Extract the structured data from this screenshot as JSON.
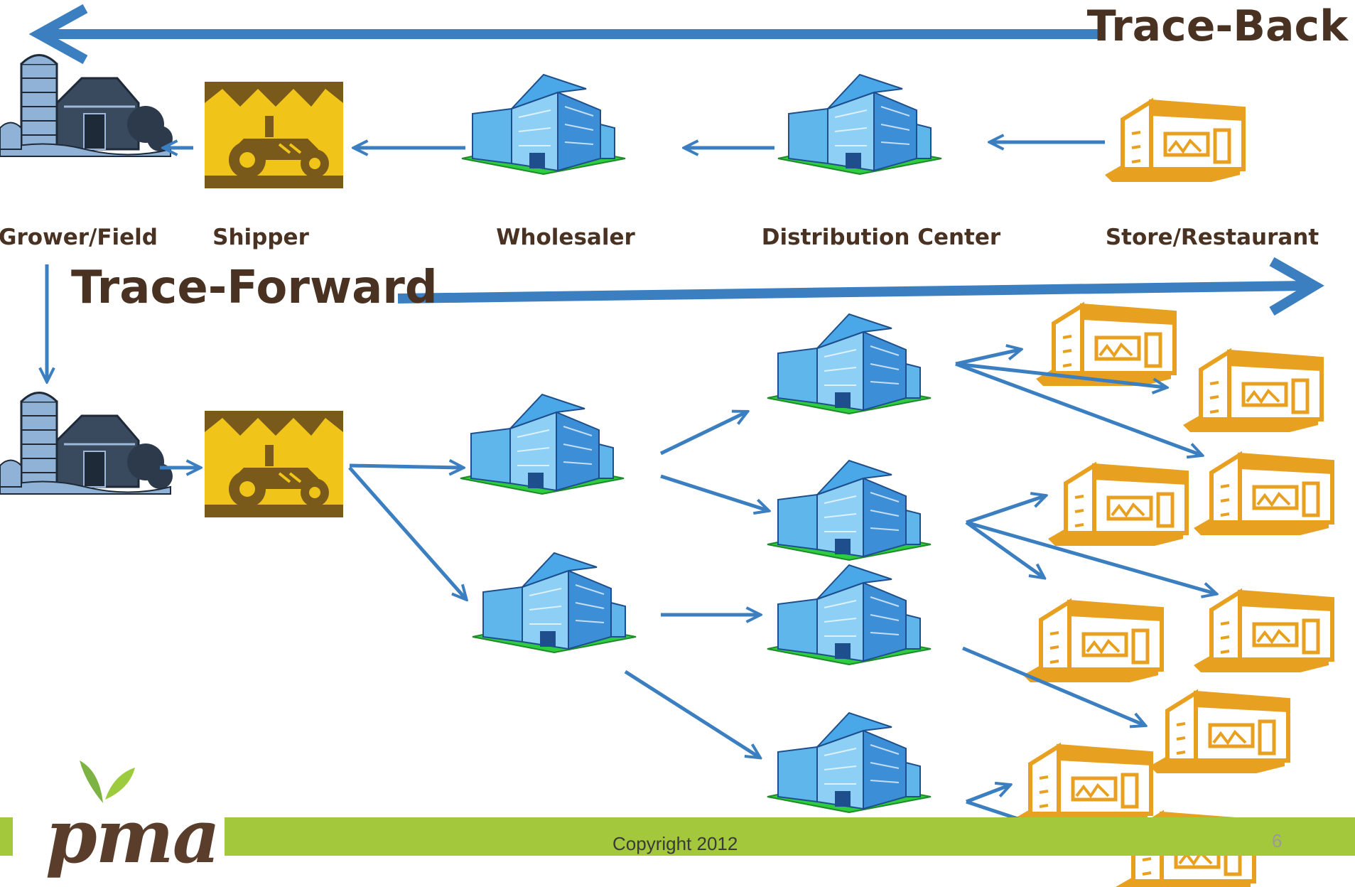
{
  "labels": {
    "trace_back": "Trace-Back",
    "trace_forward": "Trace-Forward",
    "stages": [
      "Grower/Field",
      "Shipper",
      "Wholesaler",
      "Distribution Center",
      "Store/Restaurant"
    ]
  },
  "footer": {
    "logo": "pma",
    "copyright": "Copyright 2012",
    "page_number": "6"
  },
  "icons": {
    "grower": "farm-silo-barn-icon",
    "shipper": "tractor-icon",
    "wholesaler": "glass-office-building-icon",
    "distribution_center": "glass-office-building-icon",
    "store": "storefront-icon"
  },
  "colors": {
    "arrow": "#3b7fc1",
    "label_text": "#4a3222",
    "footer_bar": "#a3c83b",
    "store": "#e8a020",
    "shipper_bg": "#f0c419"
  }
}
